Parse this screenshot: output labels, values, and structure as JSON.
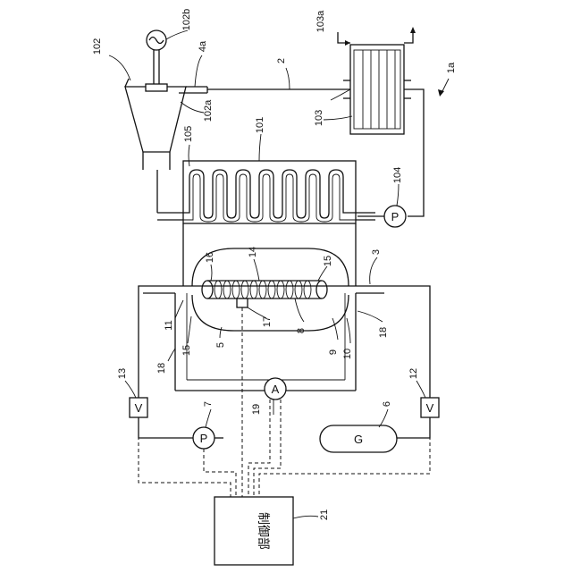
{
  "labels": {
    "r1a": "1a",
    "r2": "2",
    "r3": "3",
    "r4a": "4a",
    "r5": "5",
    "r6": "6",
    "r7": "7",
    "r8": "8",
    "r9": "9",
    "r10": "10",
    "r11": "11",
    "r12": "12",
    "r13": "13",
    "r14": "14",
    "r15a": "15",
    "r15b": "15",
    "r16": "16",
    "r17": "17",
    "r18a": "18",
    "r18b": "18",
    "r19": "19",
    "r21": "21",
    "r101": "101",
    "r102": "102",
    "r102a": "102a",
    "r102b": "102b",
    "r103": "103",
    "r103a": "103a",
    "r104": "104",
    "r105": "105"
  },
  "symbols": {
    "pump": "P",
    "valve": "V",
    "ammeter": "A",
    "gas_tank": "G"
  },
  "controller": {
    "label": "制御部"
  }
}
